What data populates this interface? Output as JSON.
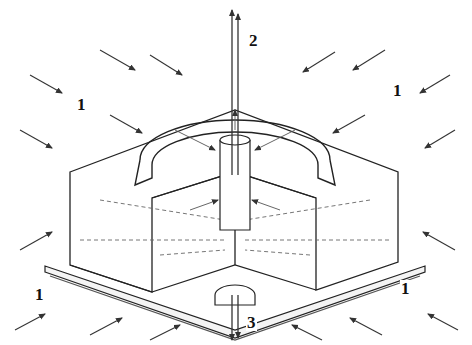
{
  "diagram": {
    "labels": [
      "2",
      "1",
      "1",
      "1",
      "1",
      "3"
    ]
  }
}
